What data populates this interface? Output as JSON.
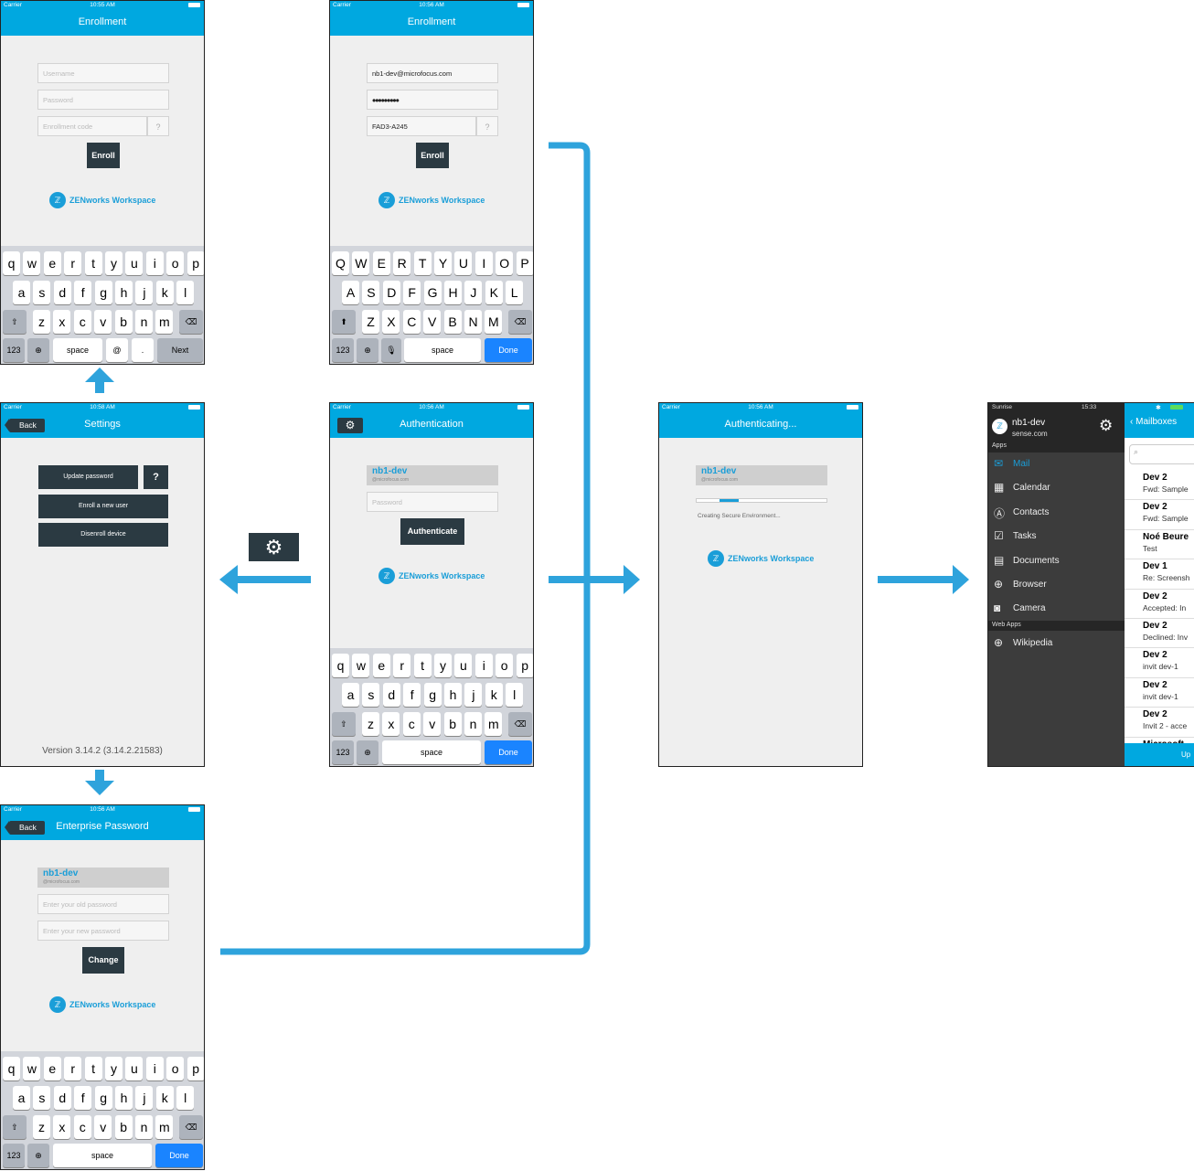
{
  "status": {
    "carrier": "Carrier",
    "times": [
      "10:55 AM",
      "10:56 AM",
      "10:58 AM",
      "10:56 AM",
      "10:56 AM",
      "10:56 AM"
    ]
  },
  "logo_text": "ZENworks Workspace",
  "enroll1": {
    "title": "Enrollment",
    "username_ph": "Username",
    "password_ph": "Password",
    "code_ph": "Enrollment code",
    "help": "?",
    "enroll_btn": "Enroll"
  },
  "enroll2": {
    "title": "Enrollment",
    "username_val": "nb1-dev@microfocus.com",
    "password_val": "•••••••••",
    "code_val": "FAD3-A245",
    "help": "?",
    "enroll_btn": "Enroll"
  },
  "settings": {
    "back": "Back",
    "title": "Settings",
    "update_pw": "Update password",
    "help": "?",
    "enroll_new": "Enroll a new user",
    "disenroll": "Disenroll device",
    "version": "Version 3.14.2 (3.14.2.21583)"
  },
  "auth": {
    "title": "Authentication",
    "user": "nb1-dev",
    "domain": "@microfocus.com",
    "password_ph": "Password",
    "auth_btn": "Authenticate"
  },
  "authing": {
    "title": "Authenticating...",
    "user": "nb1-dev",
    "domain": "@microfocus.com",
    "status_text": "Creating Secure Environment...",
    "progress": 0.15
  },
  "entpw": {
    "back": "Back",
    "title": "Enterprise Password",
    "user": "nb1-dev",
    "domain": "@microfocus.com",
    "old_ph": "Enter your old password",
    "new_ph": "Enter your new password",
    "change_btn": "Change"
  },
  "kb_lower": {
    "row1": [
      "q",
      "w",
      "e",
      "r",
      "t",
      "y",
      "u",
      "i",
      "o",
      "p"
    ],
    "row2": [
      "a",
      "s",
      "d",
      "f",
      "g",
      "h",
      "j",
      "k",
      "l"
    ],
    "row3": [
      "z",
      "x",
      "c",
      "v",
      "b",
      "n",
      "m"
    ]
  },
  "kb_upper": {
    "row1": [
      "Q",
      "W",
      "E",
      "R",
      "T",
      "Y",
      "U",
      "I",
      "O",
      "P"
    ],
    "row2": [
      "A",
      "S",
      "D",
      "F",
      "G",
      "H",
      "J",
      "K",
      "L"
    ],
    "row3": [
      "Z",
      "X",
      "C",
      "V",
      "B",
      "N",
      "M"
    ]
  },
  "kb_labels": {
    "num": "123",
    "space": "space",
    "at": "@",
    "dot": ".",
    "next": "Next",
    "done": "Done"
  },
  "sensemail": {
    "carrier": "Sunrise",
    "time": "15:33",
    "user": "nb1-dev",
    "domain": "sense.com",
    "apps_header": "Apps",
    "web_header": "Web Apps",
    "apps": [
      "Mail",
      "Calendar",
      "Contacts",
      "Tasks",
      "Documents",
      "Browser",
      "Camera"
    ],
    "web_apps": [
      "Wikipedia"
    ],
    "mailboxes": "Mailboxes",
    "messages": [
      {
        "from": "Dev 2",
        "subject": "Fwd: Sample"
      },
      {
        "from": "Dev 2",
        "subject": "Fwd: Sample"
      },
      {
        "from": "Noé Beure",
        "subject": "Test"
      },
      {
        "from": "Dev 1",
        "subject": "Re: Screensh"
      },
      {
        "from": "Dev 2",
        "subject": "Accepted: In"
      },
      {
        "from": "Dev 2",
        "subject": "Declined: Inv"
      },
      {
        "from": "Dev 2",
        "subject": "invit dev-1"
      },
      {
        "from": "Dev 2",
        "subject": "invit dev-1"
      },
      {
        "from": "Dev 2",
        "subject": "Invit 2 - acce"
      },
      {
        "from": "Microsoft",
        "subject": ""
      }
    ],
    "bottom": "Up"
  },
  "colors": {
    "accent": "#00a8e0",
    "dark_button": "#2b3a42",
    "arrow": "#2ea3dc"
  }
}
